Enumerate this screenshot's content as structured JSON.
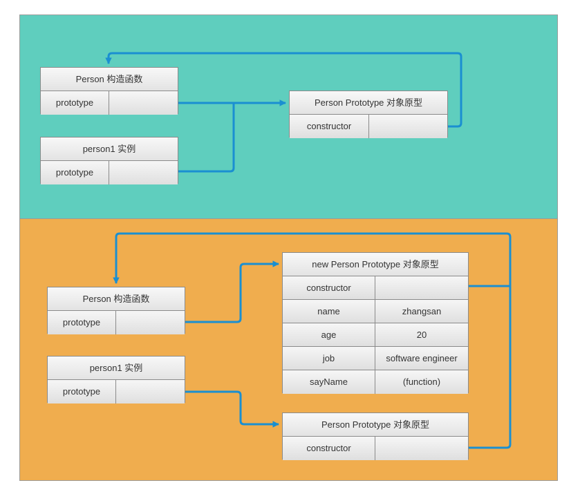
{
  "top": {
    "constructor_box": {
      "title": "Person 构造函数",
      "rows": [
        {
          "key": "prototype",
          "value": ""
        }
      ]
    },
    "instance_box": {
      "title": "person1 实例",
      "rows": [
        {
          "key": "prototype",
          "value": ""
        }
      ]
    },
    "prototype_box": {
      "title": "Person Prototype 对象原型",
      "rows": [
        {
          "key": "constructor",
          "value": ""
        }
      ]
    }
  },
  "bottom": {
    "constructor_box": {
      "title": "Person 构造函数",
      "rows": [
        {
          "key": "prototype",
          "value": ""
        }
      ]
    },
    "instance_box": {
      "title": "person1 实例",
      "rows": [
        {
          "key": "prototype",
          "value": ""
        }
      ]
    },
    "new_prototype_box": {
      "title": "new Person Prototype 对象原型",
      "rows": [
        {
          "key": "constructor",
          "value": ""
        },
        {
          "key": "name",
          "value": "zhangsan"
        },
        {
          "key": "age",
          "value": "20"
        },
        {
          "key": "job",
          "value": "software engineer"
        },
        {
          "key": "sayName",
          "value": "(function)"
        }
      ]
    },
    "old_prototype_box": {
      "title": "Person Prototype 对象原型",
      "rows": [
        {
          "key": "constructor",
          "value": ""
        }
      ]
    }
  },
  "colors": {
    "top_panel": "#5fcebe",
    "bottom_panel": "#f0ad4e",
    "arrow": "#1a8fd1"
  }
}
